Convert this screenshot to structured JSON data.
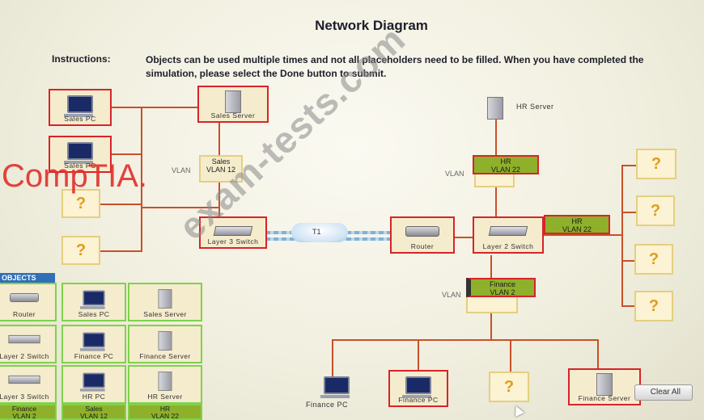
{
  "header": {
    "title": "Network Diagram",
    "instructions_label": "Instructions:",
    "instructions_text": "Objects can be used multiple times and not all placeholders need to be filled. When you have completed the simulation, please select the Done button to submit."
  },
  "diagram": {
    "sales_pc_1": "Sales PC",
    "sales_pc_2": "Sales PC",
    "sales_server": "Sales Server",
    "sales_vlan_tag": "VLAN",
    "sales_vlan": "Sales\nVLAN 12",
    "layer3_switch": "Layer 3 Switch",
    "t1_label": "T1",
    "router": "Router",
    "layer2_switch": "Layer 2 Switch",
    "hr_server": "HR Server",
    "hr_vlan_tag": "VLAN",
    "hr_vlan_top": "HR\nVLAN 22",
    "hr_vlan_right": "HR\nVLAN 22",
    "finance_vlan_tag": "VLAN",
    "finance_vlan": "Finance\nVLAN 2",
    "finance_pc_plain": "Finance PC",
    "finance_pc": "Finance PC",
    "finance_server": "Finance Server",
    "placeholder": "?"
  },
  "objects_panel": {
    "header": "OBJECTS",
    "items": [
      {
        "label": "Router",
        "icon": "router-icon"
      },
      {
        "label": "Sales PC",
        "icon": "pc-icon"
      },
      {
        "label": "Sales Server",
        "icon": "server-icon"
      },
      {
        "label": "Layer 2 Switch",
        "icon": "switch-icon"
      },
      {
        "label": "Finance PC",
        "icon": "pc-icon"
      },
      {
        "label": "Finance Server",
        "icon": "server-icon"
      },
      {
        "label": "Layer 3 Switch",
        "icon": "switch-icon"
      },
      {
        "label": "HR PC",
        "icon": "pc-icon"
      },
      {
        "label": "HR Server",
        "icon": "server-icon"
      },
      {
        "label": "Finance\nVLAN 2",
        "icon": ""
      },
      {
        "label": "Sales\nVLAN 12",
        "icon": ""
      },
      {
        "label": "HR\nVLAN 22",
        "icon": ""
      }
    ]
  },
  "buttons": {
    "clear_all": "Clear All"
  },
  "watermarks": {
    "logo": "CompTIA.",
    "site": "exam-tests.com"
  },
  "colors": {
    "line": "#c8502a",
    "node_border": "#d8232a",
    "vlan_fill": "#8fb02a",
    "object_border": "#7ed24b",
    "placeholder_q": "#e39b1a"
  }
}
